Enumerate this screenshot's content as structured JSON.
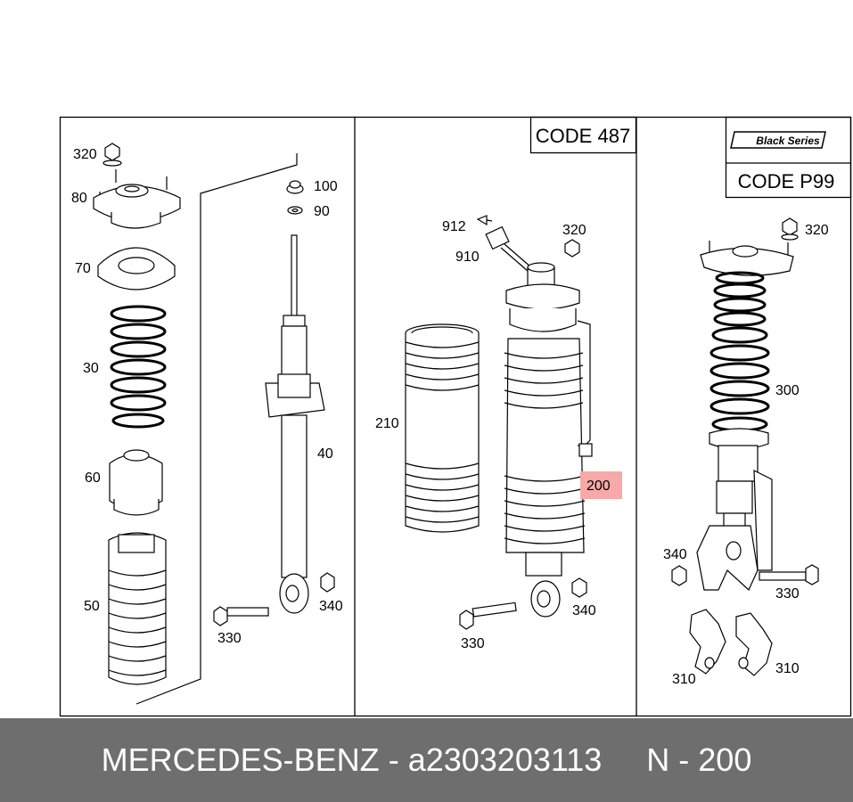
{
  "panels": {
    "p2_code": "CODE 487",
    "p3_badge": "Black Series",
    "p3_code": "CODE P99"
  },
  "labels": {
    "p1": [
      "320",
      "80",
      "70",
      "30",
      "60",
      "50",
      "100",
      "90",
      "40",
      "330",
      "340"
    ],
    "p2": [
      "912",
      "910",
      "320",
      "210",
      "200",
      "340",
      "330"
    ],
    "p3": [
      "320",
      "300",
      "340",
      "330",
      "310",
      "310"
    ]
  },
  "highlight_color": "#f7a8a8",
  "footer": {
    "brand": "MERCEDES-BENZ",
    "sep": "-",
    "part_number": "a2303203113",
    "position": "N - 200",
    "background": "#6e6e6e"
  }
}
